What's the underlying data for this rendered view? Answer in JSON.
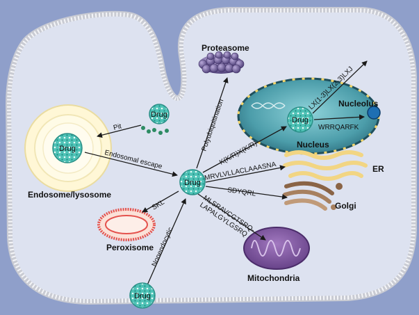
{
  "labels": {
    "drug": "Drug",
    "proteasome": "Proteasome",
    "nucleus": "Nucleus",
    "nucleolus": "Nucleolus",
    "endosome_lysosome": "Endosome/lysosome",
    "er": "ER",
    "golgi": "Golgi",
    "peroxisome": "Peroxisome",
    "mitochondria": "Mitochondria"
  },
  "pathways": {
    "pit": "Pit",
    "endosomal_escape": "Endosomal escape",
    "polyubiquitination": "Polyubiquitination",
    "nls": "K(K/R)X(K/R)",
    "nucleolus_signal": "WRRQARFK",
    "nuclear_export": "LX(1-3)LX(2-3)LXJ",
    "er_signal": "MRVLVLLACLAAASNA",
    "golgi_signal": "SDYQRL",
    "peroxisome_signal": "SKL",
    "mito_signal_line1": "MLSRAVCGTSRQ-",
    "mito_signal_line2": "LAPALGYLGSRQ",
    "nonendocytic": "Nonendocytic"
  },
  "colors": {
    "background": "#8f9fca",
    "cytoplasm": "#dfe3f1",
    "membrane": "#ffffff",
    "nucleus": "#5aa5b1",
    "proteasome": "#6b5b93",
    "mitochondria": "#7b4f9a",
    "peroxisome": "#e4524d",
    "drug": "#58c7bd",
    "endosome": "#fff3c2",
    "er": "#f2d583",
    "golgi": "#a07a5c"
  }
}
